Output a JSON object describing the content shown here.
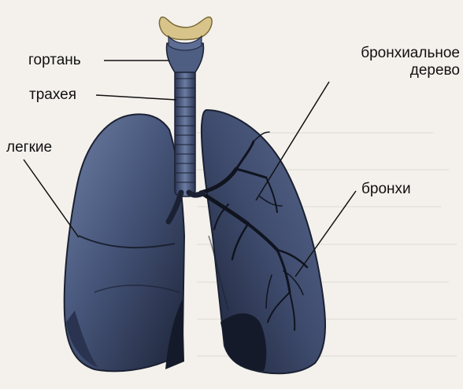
{
  "labels": {
    "larynx": "гортань",
    "trachea": "трахея",
    "lungs": "легкие",
    "bronchial_tree_line1": "бронхиальное",
    "bronchial_tree_line2": "дерево",
    "bronchi": "бронхи"
  },
  "colors": {
    "lung_fill": "#3f4d6e",
    "lung_dark": "#1b2133",
    "lung_light": "#6c7ca0",
    "cartilage": "#d8c48a",
    "leader_line": "#111111",
    "background": "#f4f1ec"
  }
}
